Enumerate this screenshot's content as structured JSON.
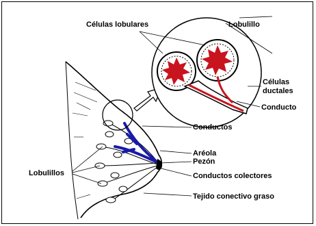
{
  "labels": {
    "celulas_lobulares": "Células lobulares",
    "lobulillo": "Lobulillo",
    "celulas_ductales": "Células\nductales",
    "conducto": "Conducto",
    "conductos": "Conductos",
    "areola": "Aréola",
    "pezon": "Pezón",
    "conductos_colectores": "Conductos colectores",
    "tejido": "Tejido conectivo graso",
    "lobulillos": "Lobulillos"
  },
  "colors": {
    "lobule_red": "#c8141e",
    "duct_blue": "#1a1aa8",
    "line": "#000000",
    "background": "#ffffff"
  }
}
